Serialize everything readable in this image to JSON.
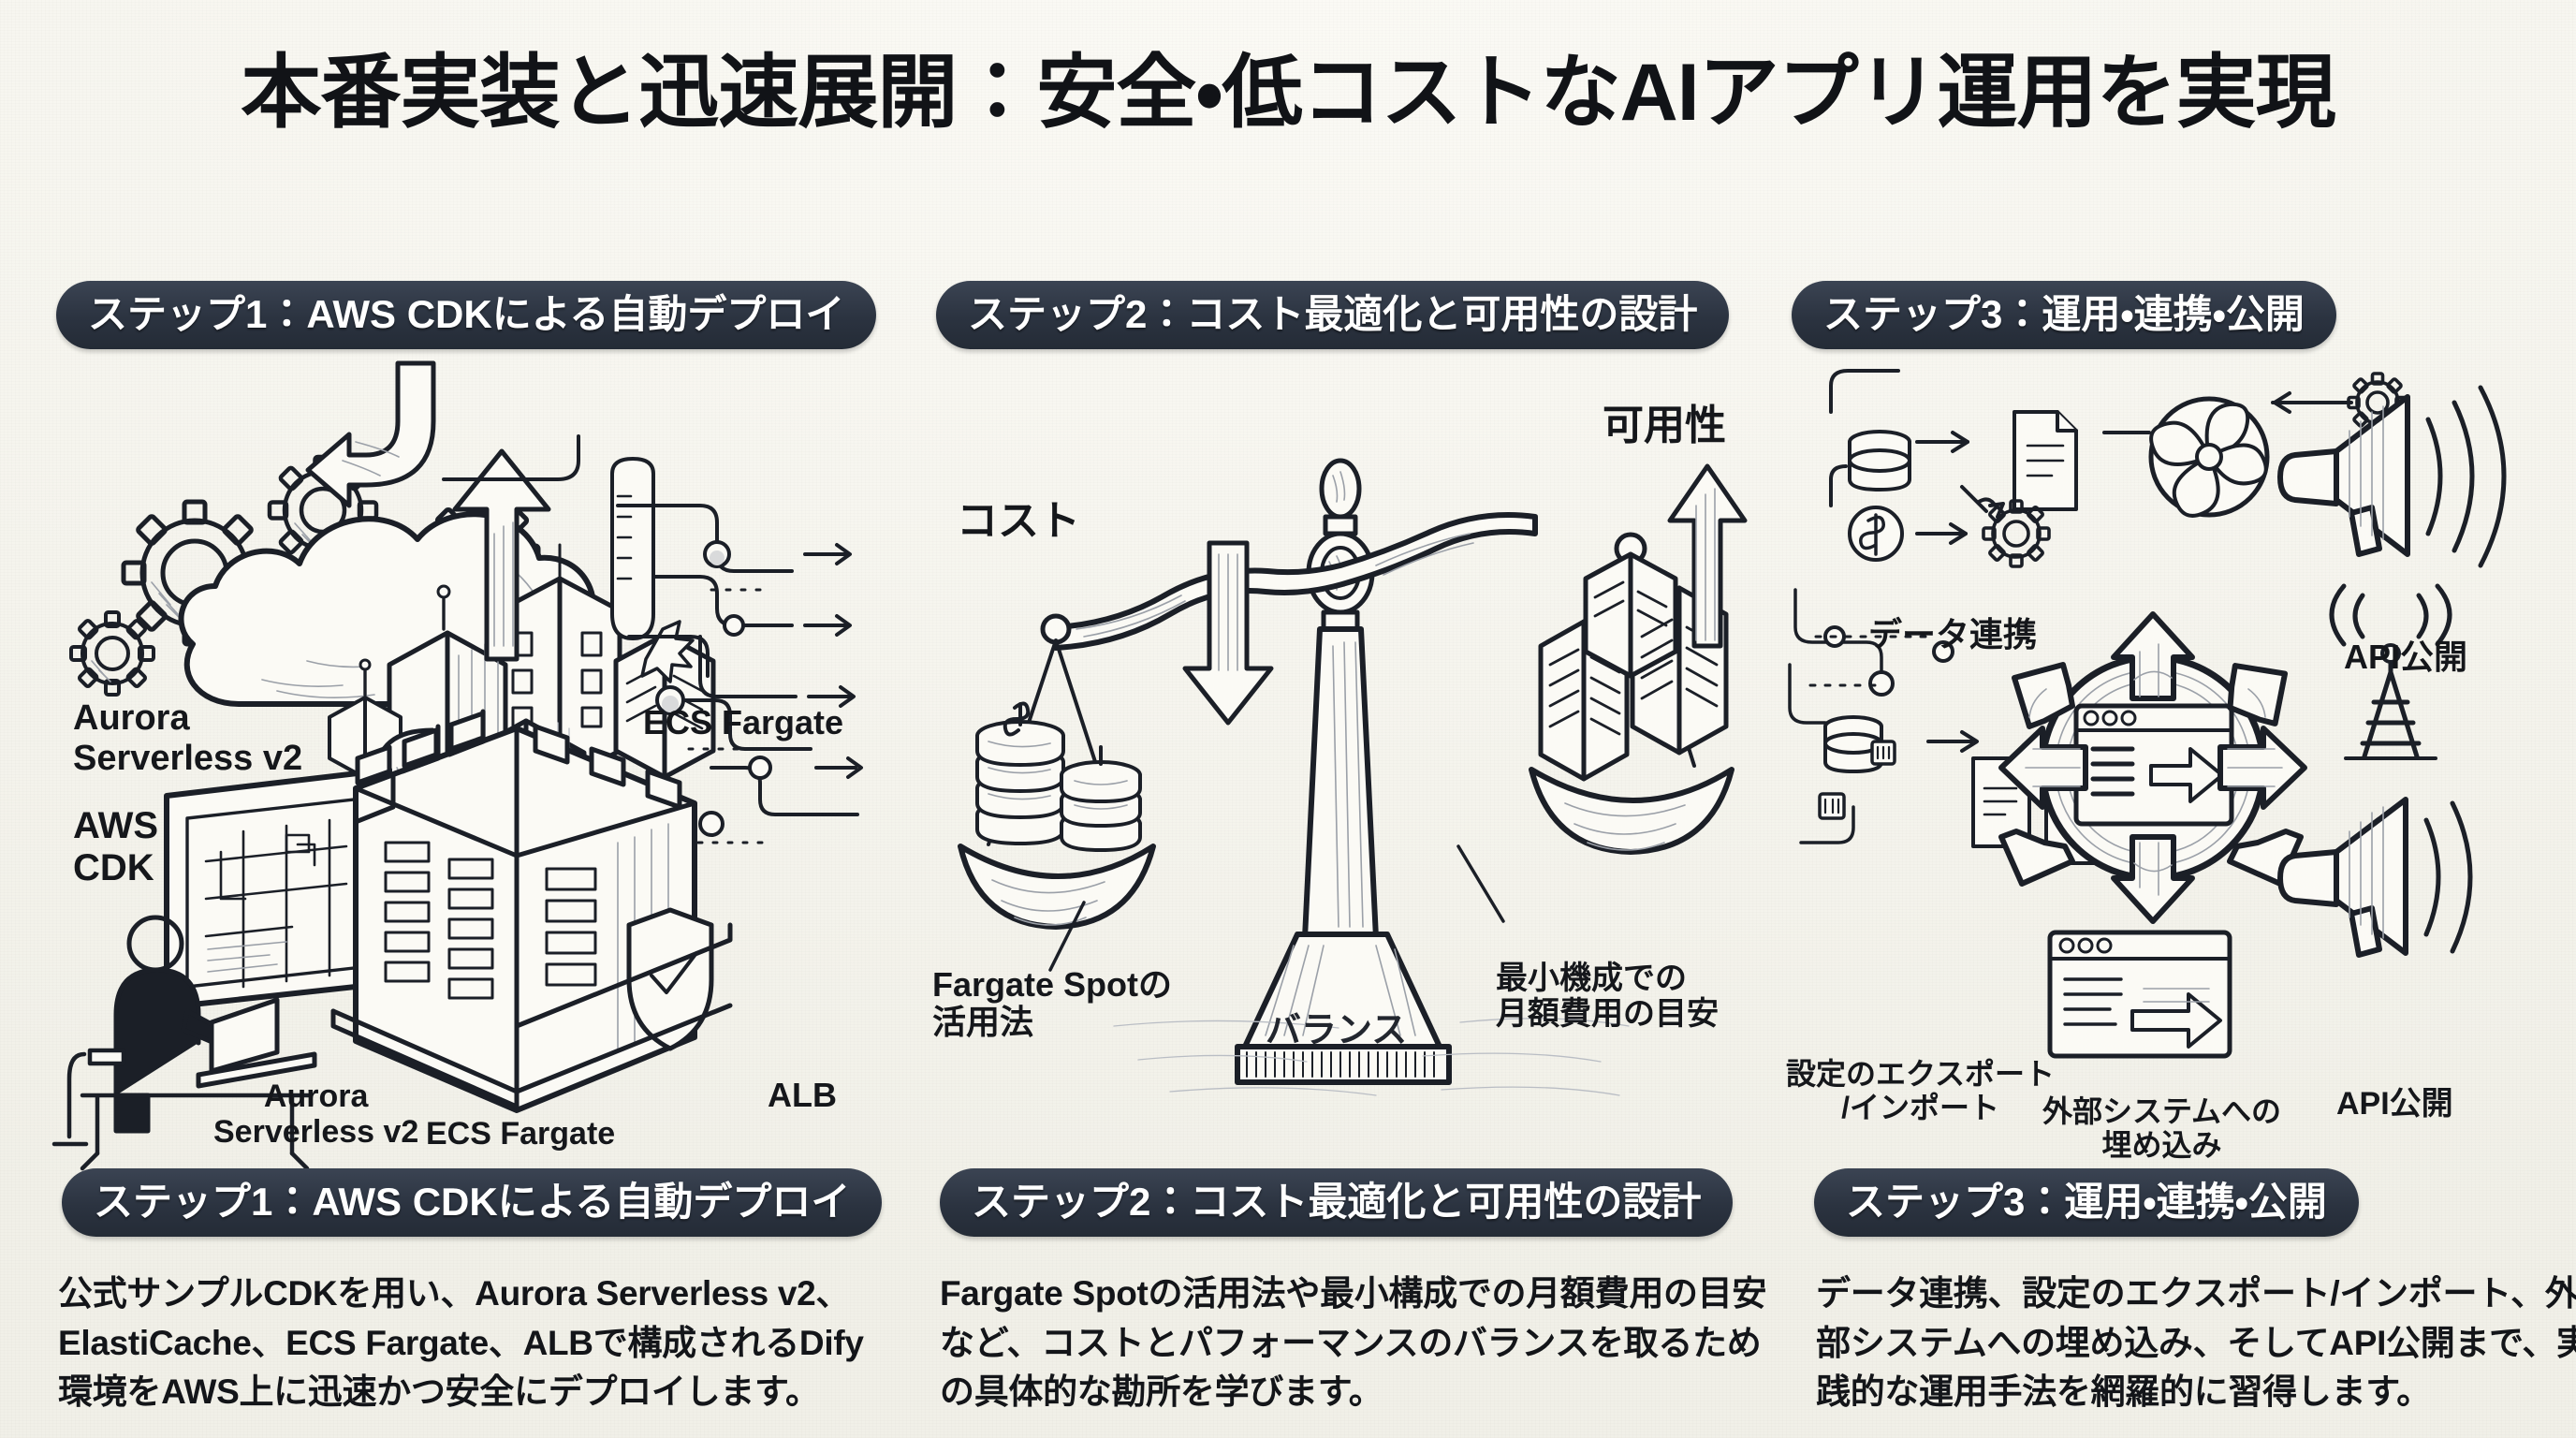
{
  "page": {
    "title": "本番実装と迅速展開：安全・低コストなAIアプリ運用を実現",
    "background_color": "#f7f6f0",
    "banner_color": "#2b3340",
    "ink_color": "#1b1f27"
  },
  "columns": [
    {
      "id": "step1",
      "header_top": "ステップ1：AWS CDKによる自動デプロイ",
      "header_bottom": "ステップ1：AWS CDKによる自動デプロイ",
      "caption": "公式サンプルCDKを用い、Aurora Serverless v2、ElastiCache、ECS Fargate、ALBで構成されるDify環境をAWS上に迅速かつ安全にデプロイします。",
      "illustration": "cloud-gears-city-architect-datacenter",
      "labels": [
        {
          "name": "aurora-serverless-v2-top",
          "text": "Aurora\nServerless v2"
        },
        {
          "name": "aws-cdk",
          "text": "AWS\nCDK"
        },
        {
          "name": "ecs-fargate-top",
          "text": "ECS Fargate"
        },
        {
          "name": "aurora-serverless-v2-bottom",
          "text": "Aurora\nServerless v2"
        },
        {
          "name": "ecs-fargate-bottom",
          "text": "ECS Fargate"
        },
        {
          "name": "alb",
          "text": "ALB"
        }
      ]
    },
    {
      "id": "step2",
      "header_top": "ステップ2：コスト最適化と可用性の設計",
      "header_bottom": "ステップ2：コスト最適化と可用性の設計",
      "caption": "Fargate Spotの活用法や最小構成での月額費用の目安など、コストとパフォーマンスのバランスを取るための具体的な勘所を学びます。",
      "illustration": "balance-scale-coins-vs-servers",
      "labels": [
        {
          "name": "cost",
          "text": "コスト"
        },
        {
          "name": "availability",
          "text": "可用性"
        },
        {
          "name": "fargate-spot-usage",
          "text": "Fargate Spotの\n活用法"
        },
        {
          "name": "balance",
          "text": "バランス"
        },
        {
          "name": "minimum-monthly-cost",
          "text": "最小機成での\n月額費用の目安"
        }
      ]
    },
    {
      "id": "step3",
      "header_top": "ステップ3：運用・連携・公開",
      "header_bottom": "ステップ3：運用・連携・公開",
      "caption": "データ連携、設定のエクスポート/インポート、外部システムへの埋め込み、そしてAPI公開まで、実践的な運用手法を網羅的に習得します。",
      "illustration": "data-hub-arrows-megaphones-broadcast",
      "labels": [
        {
          "name": "data-integration",
          "text": "データ連携"
        },
        {
          "name": "api-publish-top",
          "text": "API公開"
        },
        {
          "name": "settings-export-import",
          "text": "設定のエクスポート\n/インポート"
        },
        {
          "name": "embed-external-system",
          "text": "外部システムへの\n埋め込み"
        },
        {
          "name": "api-publish-bottom",
          "text": "API公開"
        }
      ]
    }
  ]
}
